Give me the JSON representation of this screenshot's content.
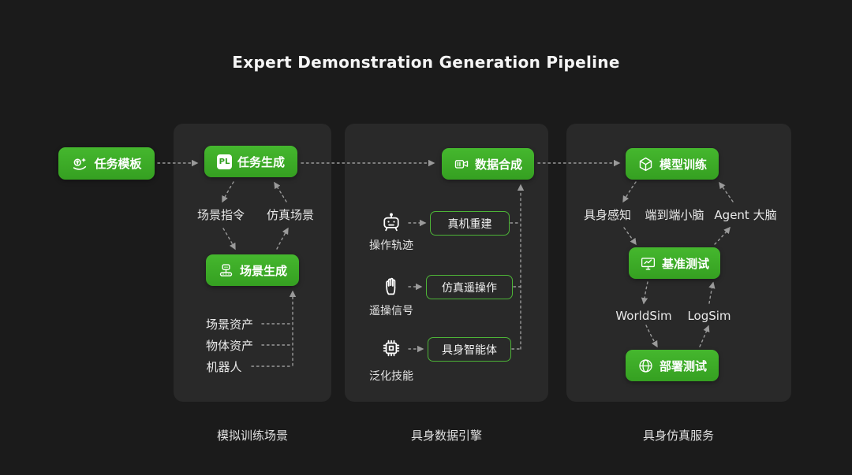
{
  "title": "Expert Demonstration Generation Pipeline",
  "colors": {
    "background": "#1b1b1b",
    "panel": "#292929",
    "accent_green": "#3cae27",
    "text": "#f2f2f2",
    "arrow": "#9a9a9a"
  },
  "start_node": {
    "label": "任务模板",
    "icon": "coin-sparkle-icon"
  },
  "panels": [
    {
      "caption": "模拟训练场景",
      "task_gen": {
        "label": "任务生成",
        "icon": "pl-badge-icon",
        "badge": "PL"
      },
      "mid_labels": [
        {
          "label": "场景指令"
        },
        {
          "label": "仿真场景"
        }
      ],
      "scene_gen": {
        "label": "场景生成",
        "icon": "robot-conveyor-icon"
      },
      "asset_labels": [
        {
          "label": "场景资产"
        },
        {
          "label": "物体资产"
        },
        {
          "label": "机器人"
        }
      ]
    },
    {
      "caption": "具身数据引擎",
      "data_synth": {
        "label": "数据合成",
        "icon": "camera-icon"
      },
      "rows": [
        {
          "icon": "robot-icon",
          "source_label": "操作轨迹",
          "target_label": "真机重建"
        },
        {
          "icon": "glove-icon",
          "source_label": "遥操信号",
          "target_label": "仿真遥操作"
        },
        {
          "icon": "chip-icon",
          "source_label": "泛化技能",
          "target_label": "具身智能体"
        }
      ]
    },
    {
      "caption": "具身仿真服务",
      "model_train": {
        "label": "模型训练",
        "icon": "cube-icon"
      },
      "brain_labels": [
        {
          "label": "具身感知"
        },
        {
          "label": "端到端小脑"
        },
        {
          "label": "Agent 大脑"
        }
      ],
      "benchmark": {
        "label": "基准测试",
        "icon": "monitor-icon"
      },
      "sim_labels": [
        {
          "label": "WorldSim"
        },
        {
          "label": "LogSim"
        }
      ],
      "deploy": {
        "label": "部署测试",
        "icon": "globe-icon"
      }
    }
  ]
}
